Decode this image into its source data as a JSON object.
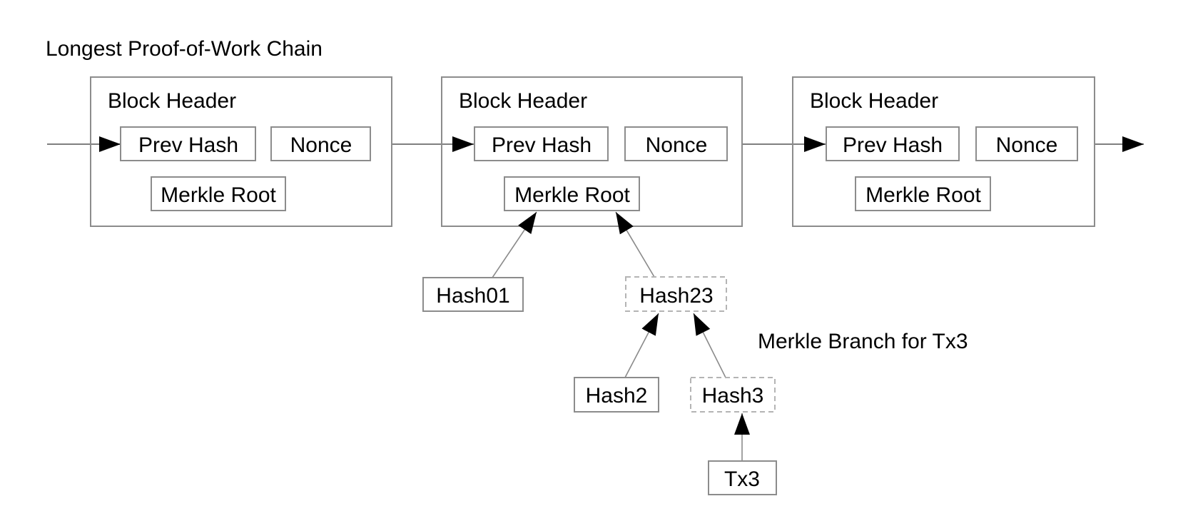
{
  "title": "Longest Proof-of-Work Chain",
  "annotation": "Merkle Branch for Tx3",
  "blocks": [
    {
      "header_label": "Block Header",
      "prev_hash_label": "Prev Hash",
      "nonce_label": "Nonce",
      "merkle_root_label": "Merkle Root"
    },
    {
      "header_label": "Block Header",
      "prev_hash_label": "Prev Hash",
      "nonce_label": "Nonce",
      "merkle_root_label": "Merkle Root"
    },
    {
      "header_label": "Block Header",
      "prev_hash_label": "Prev Hash",
      "nonce_label": "Nonce",
      "merkle_root_label": "Merkle Root"
    }
  ],
  "merkle_tree": {
    "hash01": "Hash01",
    "hash23": "Hash23",
    "hash2": "Hash2",
    "hash3": "Hash3",
    "tx3": "Tx3"
  },
  "colors": {
    "background": "#ffffff",
    "text": "#000000",
    "box_border": "#8c8c8c",
    "dashed_box_border": "#b4b4b4",
    "connector_line": "#7f7f7f",
    "arrowhead": "#000000"
  }
}
